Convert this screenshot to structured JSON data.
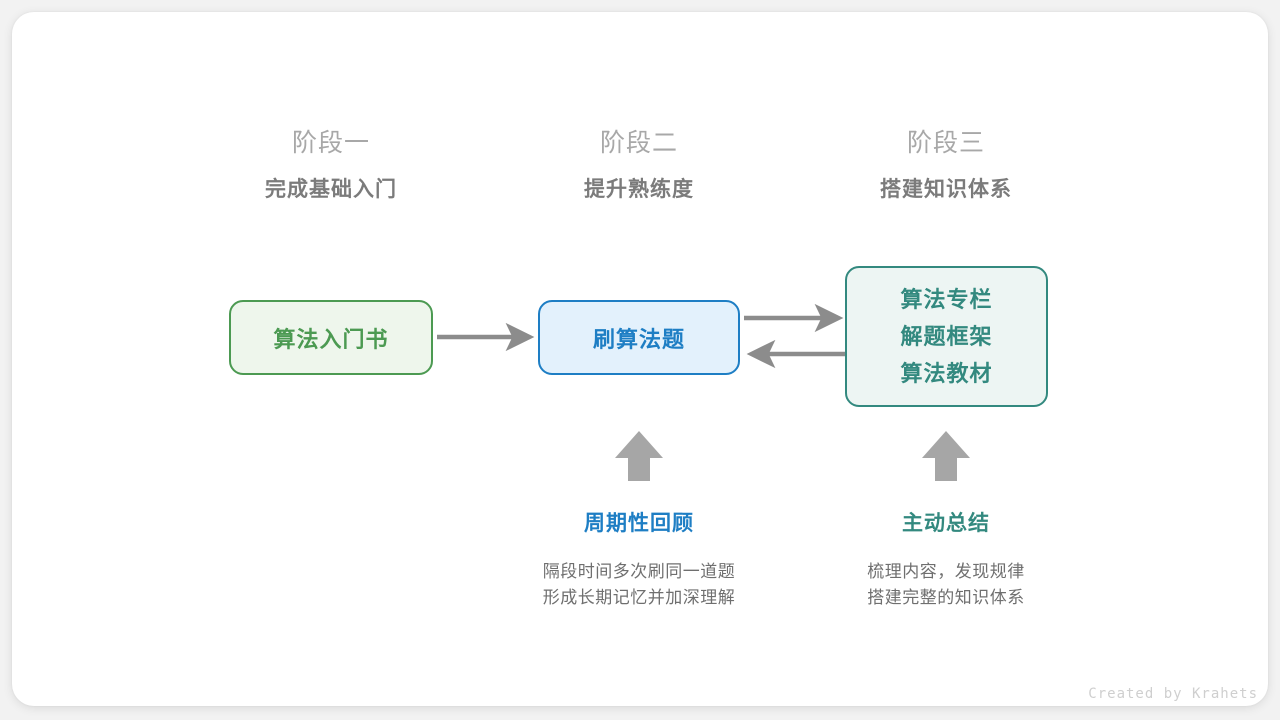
{
  "stages": [
    {
      "num": "阶段一",
      "title": "完成基础入门"
    },
    {
      "num": "阶段二",
      "title": "提升熟练度"
    },
    {
      "num": "阶段三",
      "title": "搭建知识体系"
    }
  ],
  "nodes": {
    "book": {
      "label": "算法入门书",
      "color": "#4c9a52",
      "fill": "#eef6ec"
    },
    "practice": {
      "label": "刷算法题",
      "color": "#1e7ec4",
      "fill": "#e3f1fc"
    },
    "resources": {
      "lines": [
        "算法专栏",
        "解题框架",
        "算法教材"
      ],
      "color": "#33897f",
      "fill": "#edf5f3"
    }
  },
  "annotations": [
    {
      "title": "周期性回顾",
      "color": "#1e7ec4",
      "desc_line1": "隔段时间多次刷同一道题",
      "desc_line2": "形成长期记忆并加深理解"
    },
    {
      "title": "主动总结",
      "color": "#33897f",
      "desc_line1": "梳理内容，发现规律",
      "desc_line2": "搭建完整的知识体系"
    }
  ],
  "arrows": {
    "color": "#8c8c8c",
    "book_to_practice": "arrow-right",
    "practice_to_resources": "arrow-right",
    "resources_to_practice": "arrow-left",
    "review_up": "arrow-up",
    "summary_up": "arrow-up"
  },
  "credit": "Created by Krahets"
}
